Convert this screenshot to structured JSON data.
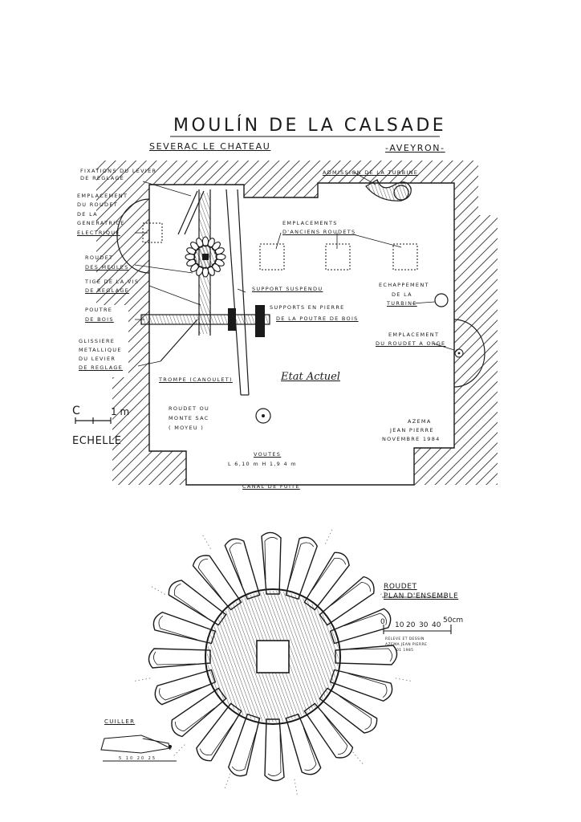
{
  "header": {
    "title": "MOULÍN DE LA CALSADE",
    "place": "SEVERAC LE CHATEAU",
    "region": "-AVEYRON-"
  },
  "plan": {
    "labels": {
      "fixations_1": "FIXATIONS DU LEVIER",
      "fixations_2": "DE REGLAGE",
      "emplacement_rouet_1": "EMPLACEMENT",
      "emplacement_rouet_2": "DU ROUDET",
      "emplacement_rouet_3": "DE LA",
      "emplacement_rouet_4": "GENERATRICE",
      "emplacement_rouet_5": "ELECTRIQUE",
      "rouet_meules_1": "ROUDET",
      "rouet_meules_2": "DES MEULES",
      "tige_1": "TIGE DE LA VIS",
      "tige_2": "DE REGLAGE",
      "poutre_1": "POUTRE",
      "poutre_2": "DE BOIS",
      "glissiere_1": "GLISSIERE",
      "glissiere_2": "METALLIQUE",
      "glissiere_3": "DU LEVIER",
      "glissiere_4": "DE REGLAGE",
      "admission": "ADMISSION DE LA TURBINE",
      "anciens_1": "EMPLACEMENTS",
      "anciens_2": "D'ANCIENS ROUDETS",
      "support_suspendu": "SUPPORT SUSPENDU",
      "supports_pierre_1": "SUPPORTS EN PIERRE",
      "supports_pierre_2": "DE LA POUTRE DE BOIS",
      "echappement_1": "ECHAPPEMENT",
      "echappement_2": "DE LA",
      "echappement_3": "TURBINE",
      "orge_1": "EMPLACEMENT",
      "orge_2": "DU ROUDET A ORGE",
      "trompe": "TROMPE (CANOULET)",
      "etat": "Etat Actuel",
      "monte_sac_1": "ROUDET OU",
      "monte_sac_2": "MONTE SAC",
      "monte_sac_3": "( MOYEU )",
      "author_1": "AZEMA",
      "author_2": "JEAN PIERRE",
      "author_3": "NOVEMBRE 1984",
      "voutes_1": "VOUTES",
      "voutes_2": "L 6,10 m      H 1,9 4 m",
      "canal": "CANAL DE FUITE",
      "scale_c": "C",
      "scale_m": "1 m",
      "scale_word": "ECHELLE"
    }
  },
  "detail": {
    "title_1": "ROUDET",
    "title_2": "PLAN D'ENSEMBLE",
    "scale_ticks": [
      "0",
      "10",
      "20",
      "30",
      "40",
      "50cm"
    ],
    "credit_1": "RELEVE ET DESSIN",
    "credit_2": "AZEMA JEAN PIERRE",
    "credit_3": "01 1985",
    "cuiller": "CUILLER",
    "cuiller_scale": "5 10 20 25"
  }
}
